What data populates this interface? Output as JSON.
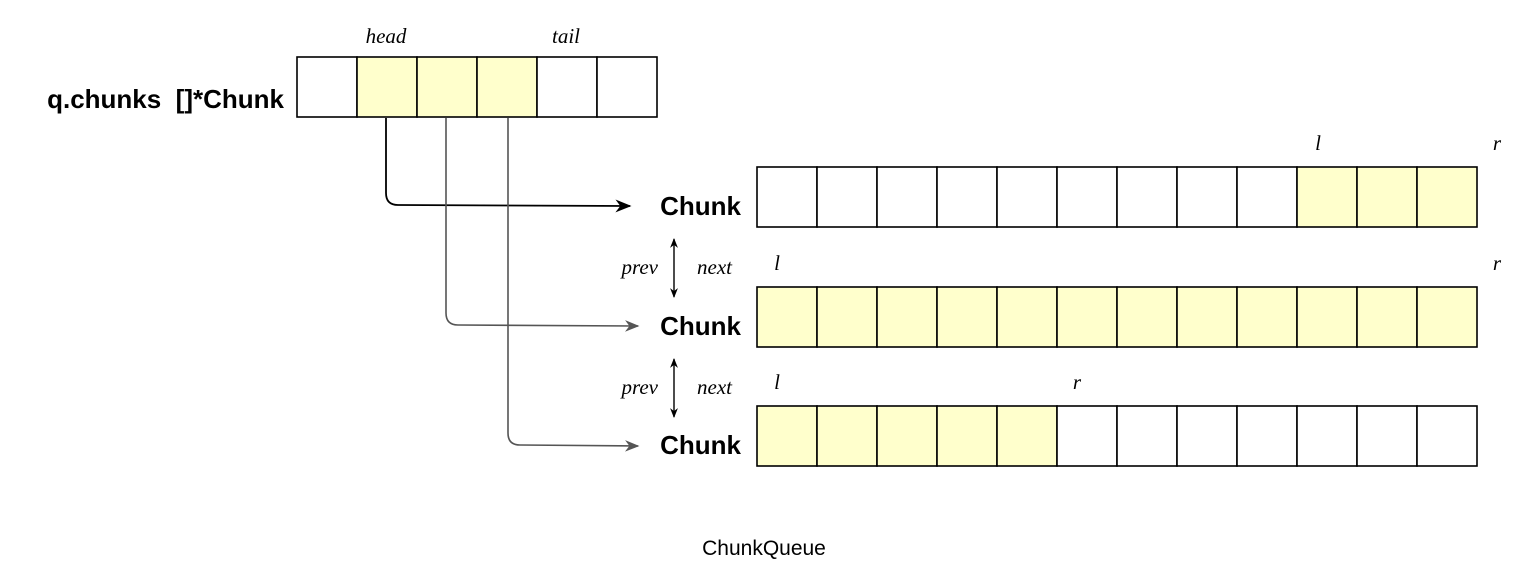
{
  "queue": {
    "label": "q.chunks  []*Chunk",
    "head_label": "head",
    "tail_label": "tail",
    "cells": [
      false,
      true,
      true,
      true,
      false,
      false
    ]
  },
  "chunks": [
    {
      "label": "Chunk",
      "l_label": "l",
      "r_label": "r",
      "cells": [
        false,
        false,
        false,
        false,
        false,
        false,
        false,
        false,
        false,
        true,
        true,
        true
      ]
    },
    {
      "label": "Chunk",
      "l_label": "l",
      "r_label": "r",
      "cells": [
        true,
        true,
        true,
        true,
        true,
        true,
        true,
        true,
        true,
        true,
        true,
        true
      ]
    },
    {
      "label": "Chunk",
      "l_label": "l",
      "r_label": "r",
      "cells": [
        true,
        true,
        true,
        true,
        true,
        false,
        false,
        false,
        false,
        false,
        false,
        false
      ]
    }
  ],
  "links": [
    {
      "prev_label": "prev",
      "next_label": "next"
    },
    {
      "prev_label": "prev",
      "next_label": "next"
    }
  ],
  "caption": "ChunkQueue"
}
